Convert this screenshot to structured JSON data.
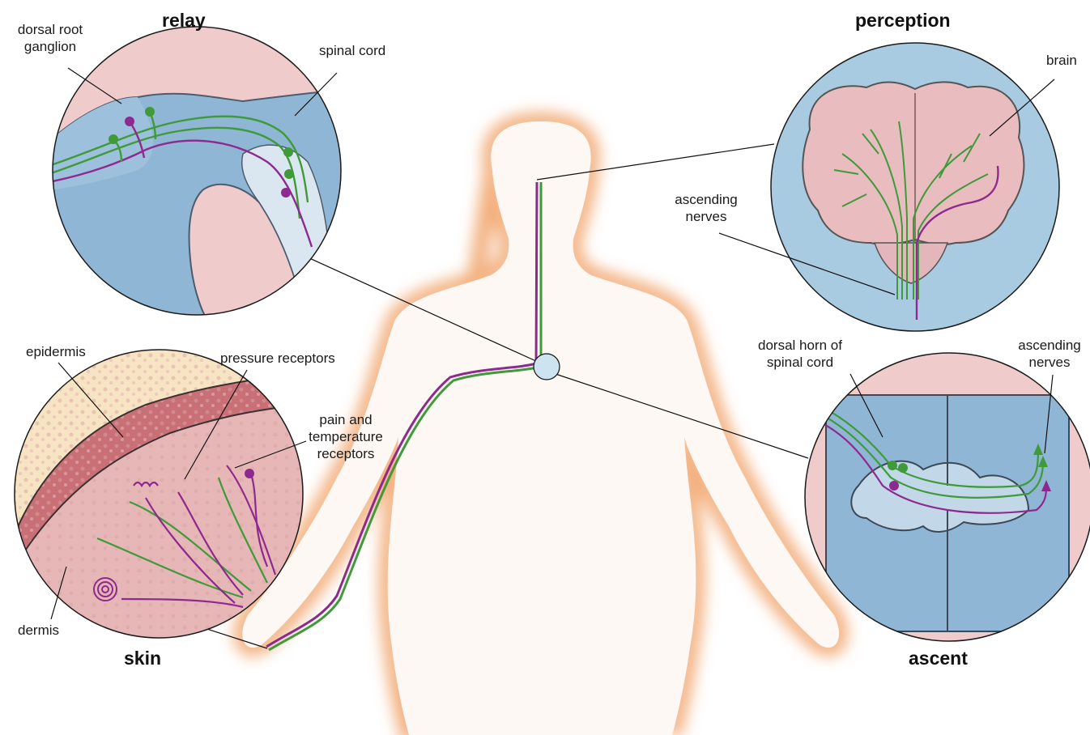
{
  "panels": {
    "relay": {
      "title": "relay",
      "labels": {
        "ganglion": "dorsal root ganglion",
        "cord": "spinal cord"
      }
    },
    "perception": {
      "title": "perception",
      "labels": {
        "brain": "brain",
        "nerves": "ascending nerves"
      }
    },
    "skin": {
      "title": "skin",
      "labels": {
        "epidermis": "epidermis",
        "pressure": "pressure receptors",
        "pain": "pain and temperature receptors",
        "dermis": "dermis"
      }
    },
    "ascent": {
      "title": "ascent",
      "labels": {
        "horn": "dorsal horn of spinal cord",
        "nerves": "ascending nerves"
      }
    }
  },
  "colors": {
    "nerve_green": "#3f9a3a",
    "nerve_purple": "#8e2a8f",
    "cord_blue": "#8fb6d4",
    "tissue_pink": "#e9c2c2",
    "body_glow": "#f3b07f"
  }
}
